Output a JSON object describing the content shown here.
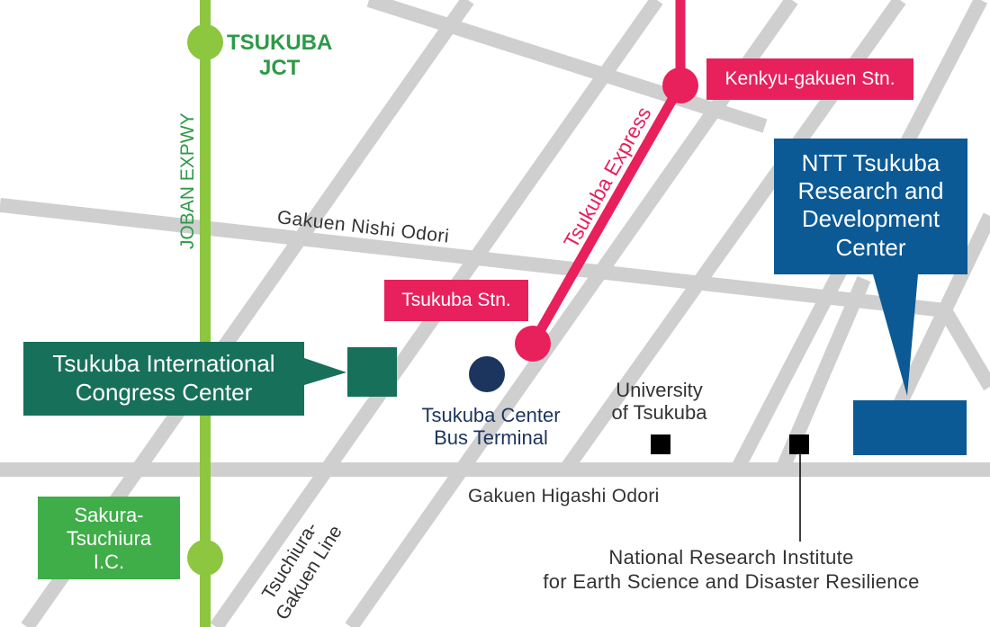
{
  "colors": {
    "road": "#cfcfcf",
    "expressway": "#8dc63f",
    "expressway_label": "#2e9a47",
    "rail": "#e8205c",
    "congress": "#17705a",
    "ntt": "#0b5a96",
    "bus": "#1c355e",
    "interchange": "#3fae49",
    "text": "#333333",
    "marker": "#000000"
  },
  "expressway": {
    "name": "JOBAN EXPWY",
    "junction": {
      "line1": "TSUKUBA",
      "line2": "JCT"
    },
    "interchange": {
      "line1": "Sakura-",
      "line2": "Tsuchiura",
      "line3": "I.C."
    }
  },
  "rail": {
    "line_name": "Tsukuba Express",
    "stations": {
      "kenkyu": "Kenkyu-gakuen Stn.",
      "tsukuba": "Tsukuba Stn."
    }
  },
  "roads": {
    "nishi": "Gakuen Nishi Odori",
    "higashi": "Gakuen Higashi Odori",
    "tsuchiura": {
      "line1": "Tsuchiura-",
      "line2": "Gakuen Line"
    }
  },
  "places": {
    "congress": {
      "line1": "Tsukuba International",
      "line2": "Congress Center"
    },
    "bus_terminal": {
      "line1": "Tsukuba Center",
      "line2": "Bus Terminal"
    },
    "university": {
      "line1": "University",
      "line2": "of Tsukuba"
    },
    "ntt": {
      "line1": "NTT Tsukuba",
      "line2": "Research and",
      "line3": "Development",
      "line4": "Center"
    },
    "nied": {
      "line1": "National Research Institute",
      "line2": "for Earth Science and Disaster Resilience"
    }
  }
}
